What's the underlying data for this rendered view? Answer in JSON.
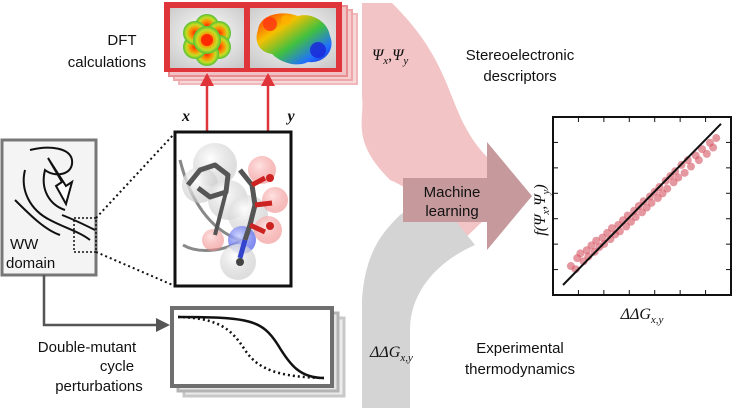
{
  "labels": {
    "dft": [
      "DFT",
      "calculations"
    ],
    "var_x": "x",
    "var_y": "y",
    "wwDomain": [
      "WW",
      "domain"
    ],
    "doubleMutant": [
      "Double-mutant",
      "cycle",
      "perturbations"
    ],
    "psiDescriptors": "Ψ",
    "psiSubX": "x",
    "psiComma": ",",
    "psiSubY": "y",
    "stereo": [
      "Stereoelectronic",
      "descriptors"
    ],
    "machine": [
      "Machine",
      "learning"
    ],
    "ddgBase": "ΔΔG",
    "ddgSub": "x,y",
    "experimental": [
      "Experimental",
      "thermodynamics"
    ],
    "plotYLabel": "f(Ψ",
    "plotYSubX": "x",
    "plotYComma": ",Ψ",
    "plotYSubY": "y",
    "plotYClose": ")",
    "plotXLabelBase": "ΔΔG",
    "plotXLabelSub": "x,y"
  },
  "colors": {
    "accentRed": "#e0343b",
    "pinkArrow": "#f2c4c6",
    "greyArrow": "#d4d4d4",
    "mlArrow": "#c69a9c",
    "frameGrey": "#6f6f6f",
    "dot": "#d65463"
  },
  "icons": [
    "electrostatic-map-icon",
    "protein-ribbon-icon",
    "molecule-stick-icon",
    "melting-curve-icon"
  ],
  "chart_data": {
    "type": "scatter",
    "title": "",
    "xlabel": "ΔΔGx,y",
    "ylabel": "f(Ψx,Ψy)",
    "grid": false,
    "points": [
      [
        0.05,
        0.12
      ],
      [
        0.08,
        0.1
      ],
      [
        0.09,
        0.17
      ],
      [
        0.11,
        0.2
      ],
      [
        0.13,
        0.15
      ],
      [
        0.15,
        0.22
      ],
      [
        0.16,
        0.18
      ],
      [
        0.18,
        0.25
      ],
      [
        0.2,
        0.21
      ],
      [
        0.21,
        0.28
      ],
      [
        0.23,
        0.24
      ],
      [
        0.25,
        0.3
      ],
      [
        0.26,
        0.26
      ],
      [
        0.28,
        0.33
      ],
      [
        0.3,
        0.29
      ],
      [
        0.31,
        0.36
      ],
      [
        0.33,
        0.32
      ],
      [
        0.35,
        0.38
      ],
      [
        0.36,
        0.34
      ],
      [
        0.38,
        0.41
      ],
      [
        0.4,
        0.37
      ],
      [
        0.41,
        0.44
      ],
      [
        0.43,
        0.4
      ],
      [
        0.45,
        0.47
      ],
      [
        0.46,
        0.43
      ],
      [
        0.48,
        0.5
      ],
      [
        0.5,
        0.46
      ],
      [
        0.51,
        0.53
      ],
      [
        0.53,
        0.49
      ],
      [
        0.55,
        0.56
      ],
      [
        0.56,
        0.52
      ],
      [
        0.58,
        0.59
      ],
      [
        0.6,
        0.55
      ],
      [
        0.61,
        0.62
      ],
      [
        0.63,
        0.58
      ],
      [
        0.65,
        0.66
      ],
      [
        0.66,
        0.61
      ],
      [
        0.68,
        0.69
      ],
      [
        0.7,
        0.65
      ],
      [
        0.71,
        0.72
      ],
      [
        0.73,
        0.68
      ],
      [
        0.75,
        0.76
      ],
      [
        0.77,
        0.71
      ],
      [
        0.79,
        0.79
      ],
      [
        0.81,
        0.75
      ],
      [
        0.84,
        0.82
      ],
      [
        0.86,
        0.79
      ],
      [
        0.88,
        0.86
      ],
      [
        0.91,
        0.83
      ],
      [
        0.93,
        0.9
      ],
      [
        0.95,
        0.87
      ],
      [
        0.97,
        0.93
      ]
    ],
    "fit_line": [
      [
        0.0,
        0.0
      ],
      [
        1.0,
        1.02
      ]
    ]
  }
}
